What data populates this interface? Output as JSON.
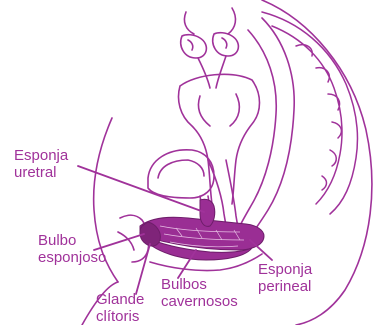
{
  "labels": {
    "urethral_sponge_line1": "Esponja",
    "urethral_sponge_line2": "uretral",
    "vestibular_bulb_line1": "Bulbo",
    "vestibular_bulb_line2": "esponjoso",
    "clitoris_glans_line1": "Glande",
    "clitoris_glans_line2": "clítoris",
    "cavernous_bulbs_line1": "Bulbos",
    "cavernous_bulbs_line2": "cavernosos",
    "perineal_sponge_line1": "Esponja",
    "perineal_sponge_line2": "perineal"
  },
  "colors": {
    "ink": "#a0329a",
    "label": "#a0329a",
    "tissue_fill": "#9a2e94",
    "tissue_dark": "#6e1d6a",
    "background": "#ffffff"
  }
}
